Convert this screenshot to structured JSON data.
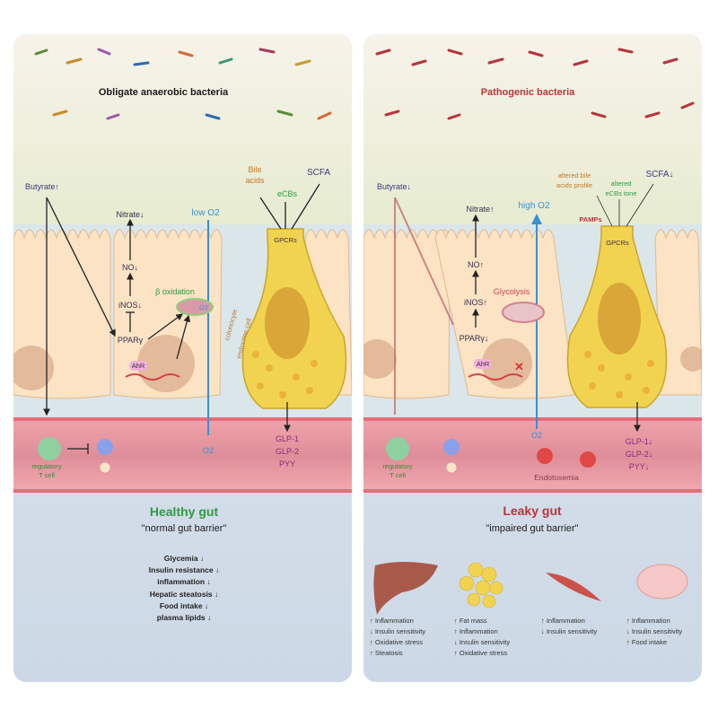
{
  "colors": {
    "healthy_title": "#2e9a45",
    "leaky_title": "#b8343c",
    "oxygen": "#3a8fd0",
    "lumen": "#eef0d8",
    "cell": "#fbe3c4",
    "endocrine": "#f1d34f",
    "vessel": "#e89aa3",
    "bottom": "#d9e2ea"
  },
  "healthy": {
    "bacteria_label": "Obligate anaerobic bacteria",
    "butyrate": "Butyrate↑",
    "nitrate": "Nitrate↓",
    "no": "NO↓",
    "inos": "iNOS↓",
    "ppar": "PPARγ",
    "beta_oxidation": "β oxidation",
    "o2_mito": "O2",
    "low_o2": "low O2",
    "o2": "O2",
    "bile": "Bile",
    "acids": "acids",
    "ecbs": "eCBs",
    "scfa": "SCFA",
    "gpcrs": "GPCRs",
    "colonocyte": "colonocyte",
    "endocrine": "endocrine cell",
    "ahr": "AhR",
    "glp1": "GLP-1",
    "glp2": "GLP-2",
    "pyy": "PYY",
    "treg1": "regulatory",
    "treg2": "T cell",
    "title": "Healthy gut",
    "subtitle": "\"normal gut barrier\"",
    "effects": [
      "Glycemia ↓",
      "Insulin resistance ↓",
      "inflammation ↓",
      "Hepatic steatosis ↓",
      "Food intake ↓",
      "plasma lipids ↓"
    ]
  },
  "leaky": {
    "bacteria_label": "Pathogenic bacteria",
    "butyrate": "Butyrate↓",
    "nitrate": "Nitrate↑",
    "no": "NO↑",
    "inos": "iNOS↑",
    "ppar": "PPARγ↓",
    "glycolysis": "Glycolysis",
    "high_o2": "high O2",
    "o2": "O2",
    "bile1": "altered bile",
    "bile2": "acids profile",
    "ecbs1": "altered",
    "ecbs2": "eCBs tone",
    "scfa": "SCFA↓",
    "pamps": "PAMPs",
    "gpcrs": "GPCRs",
    "ahr": "AhR",
    "endotoxemia": "Endotoxemia",
    "glp1": "GLP-1↓",
    "glp2": "GLP-2↓",
    "pyy": "PYY↓",
    "treg1": "regulatory",
    "treg2": "T cell",
    "title": "Leaky gut",
    "subtitle": "\"impaired gut barrier\"",
    "organs": [
      {
        "name": "liver",
        "effects": [
          "↑ Inflammation",
          "↓ Insulin sensitivity",
          "↑ Oxidative stress",
          "↑ Steatosis"
        ]
      },
      {
        "name": "adipose",
        "effects": [
          "↑ Fat mass",
          "↑ Inflammation",
          "↓ Insulin sensitivity",
          "↑ Oxidative stress"
        ]
      },
      {
        "name": "muscle",
        "effects": [
          "↑ Inflammation",
          "↓ Insulin sensitivity"
        ]
      },
      {
        "name": "brain",
        "effects": [
          "↑ Inflammation",
          "↓ Insulin sensitivity",
          "↑ Food intake"
        ]
      }
    ]
  }
}
